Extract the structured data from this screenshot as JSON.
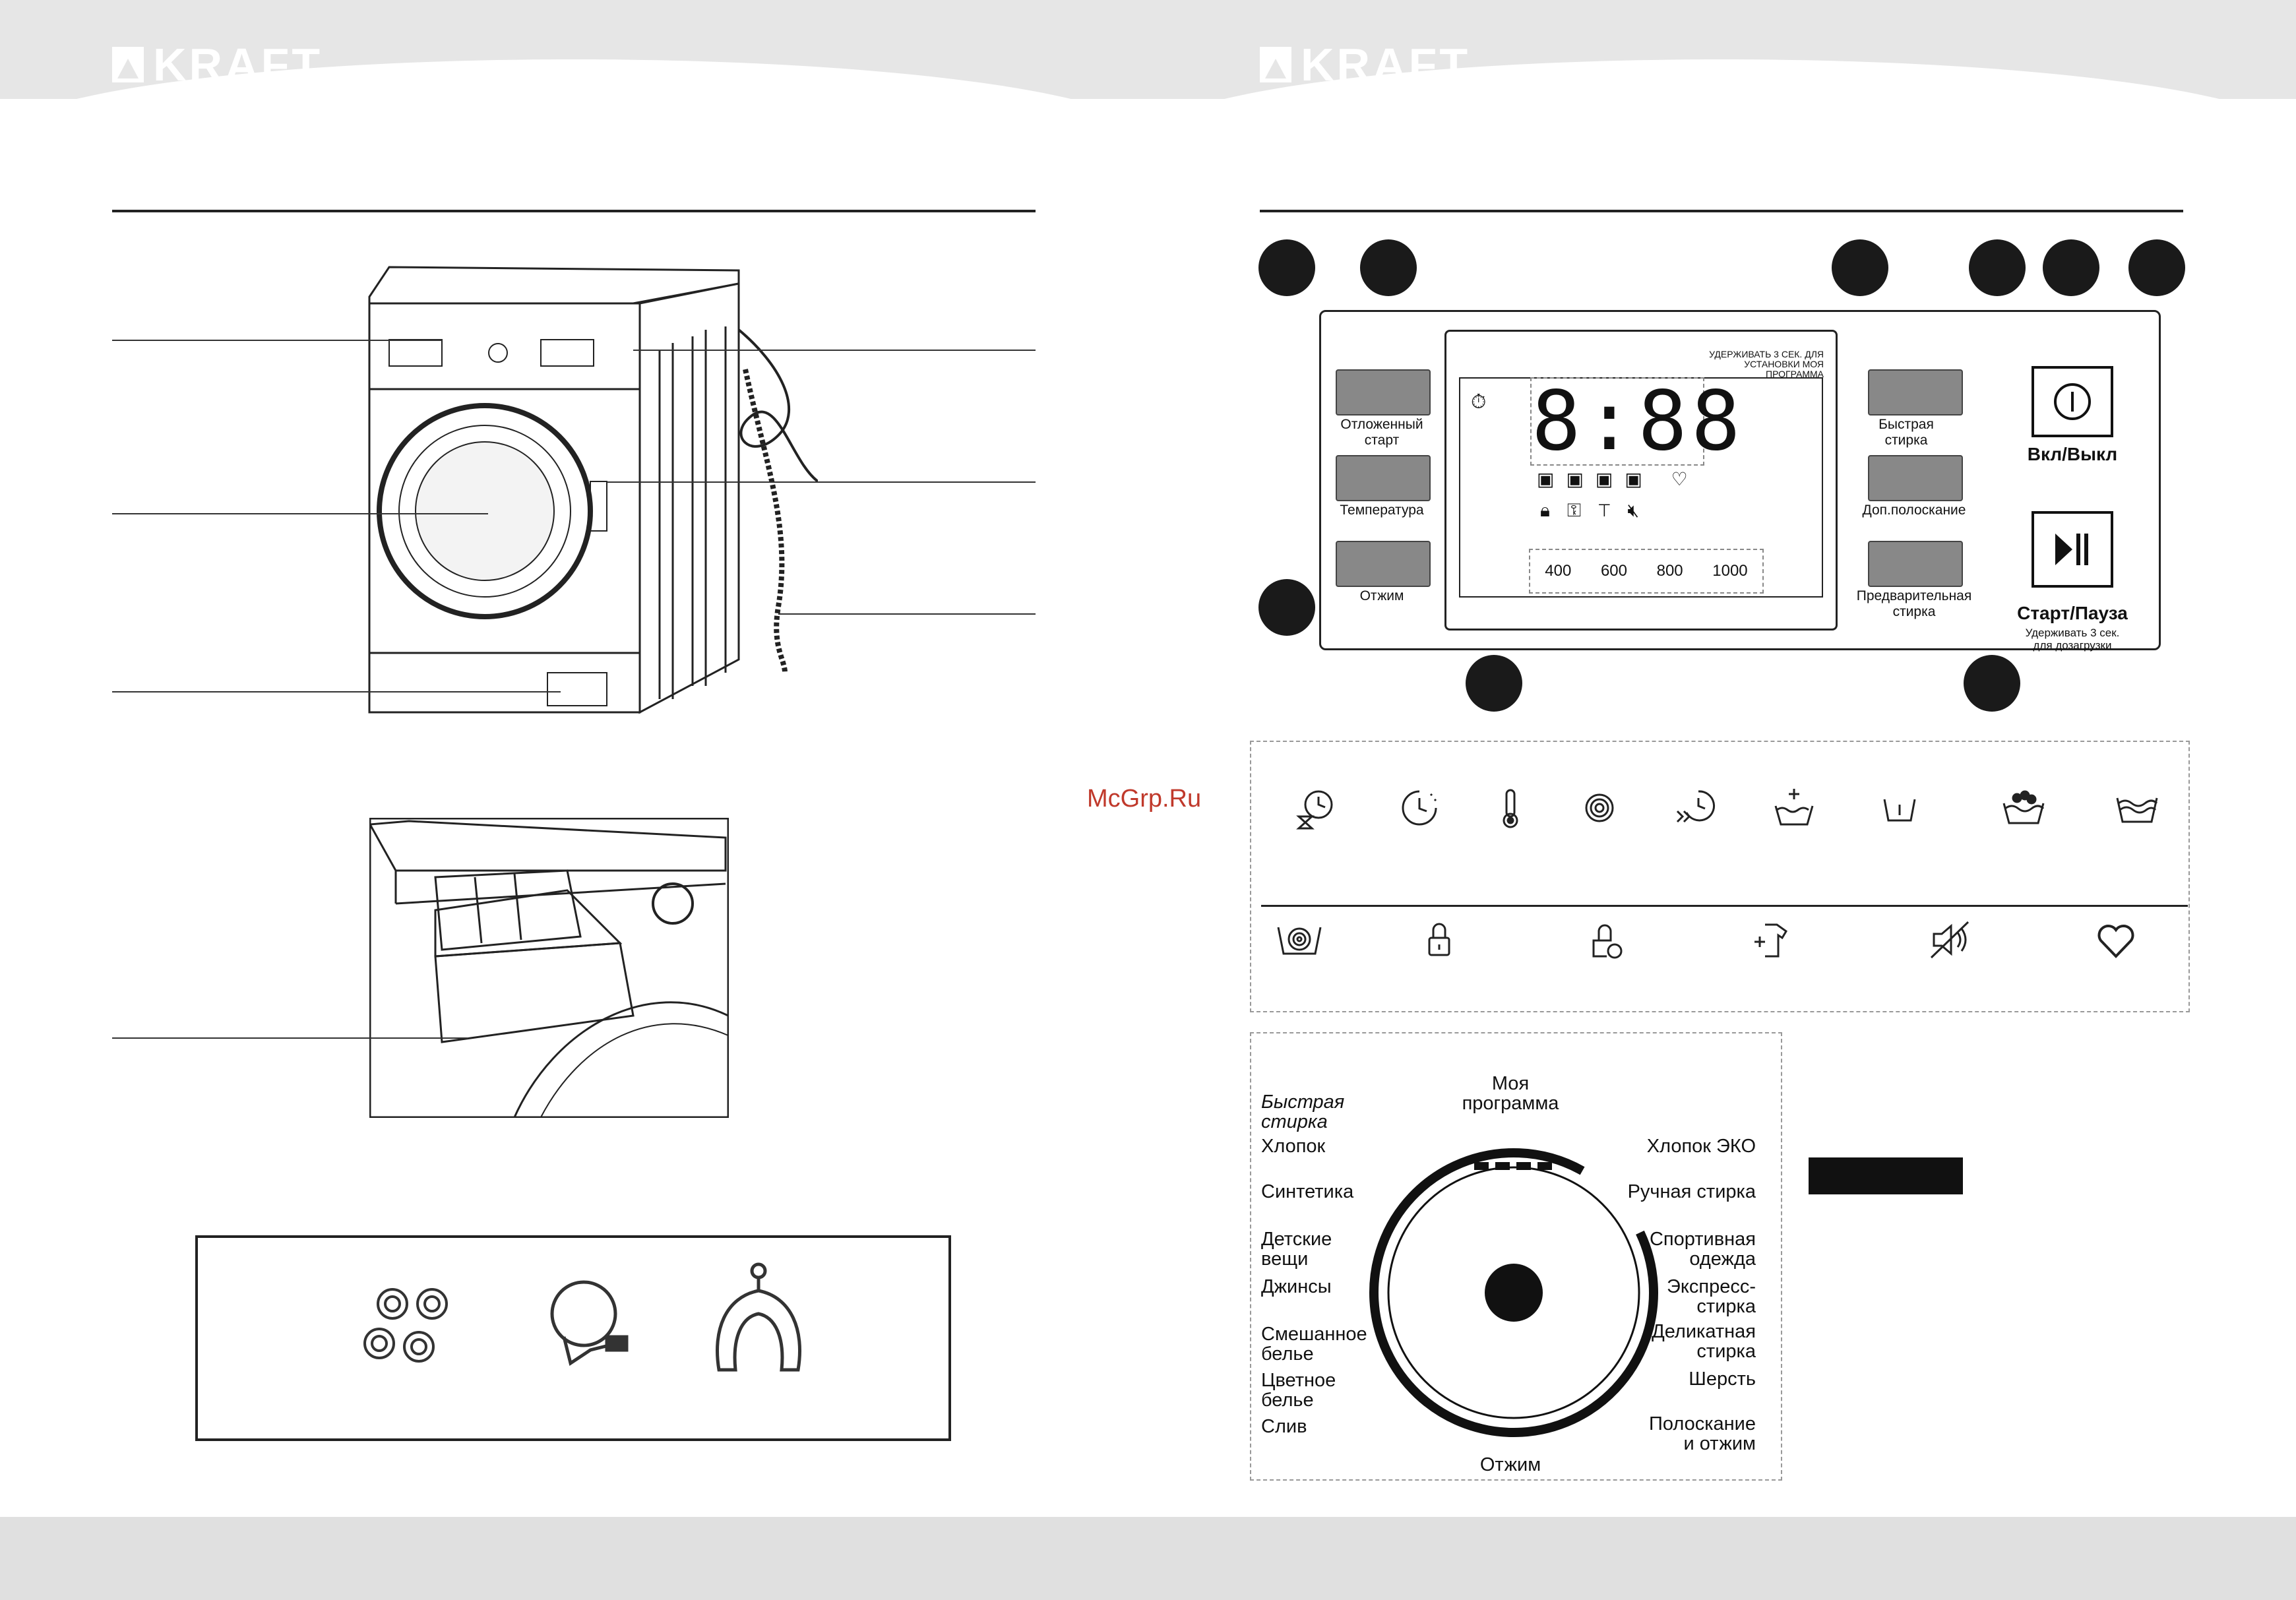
{
  "brand": "KRAFT",
  "watermark": "McGrp.Ru",
  "control_panel": {
    "buttons_left": [
      {
        "label": "Отложенный\nстарт"
      },
      {
        "label": "Температура"
      },
      {
        "label": "Отжим"
      }
    ],
    "buttons_right": [
      {
        "label": "Быстрая\nстирка"
      },
      {
        "label": "Доп.полоскание"
      },
      {
        "label": "Предварительная\nстирка"
      }
    ],
    "display_digits": "8:88",
    "hold_note": "УДЕРЖИВАТЬ 3 СЕК. ДЛЯ\nУСТАНОВКИ  МОЯ ПРОГРАММА",
    "spin_speeds": [
      "400",
      "600",
      "800",
      "1000"
    ],
    "power_label": "Вкл/Выкл",
    "start_label": "Старт/Пауза",
    "start_note": "Удерживать 3 сек.\nдля дозагрузки"
  },
  "icons_row1": [
    "delay-start-icon",
    "timer-icon",
    "temperature-icon",
    "spin-icon",
    "quick-wash-icon",
    "extra-rinse-icon",
    "drain-icon",
    "prewash-icon",
    "main-wash-icon"
  ],
  "icons_row2": [
    "spin-basin-icon",
    "lock-icon",
    "child-lock-icon",
    "add-garment-icon",
    "sound-off-icon",
    "heart-icon"
  ],
  "dial": {
    "top_label": "Моя\nпрограмма",
    "bottom_label": "Отжим",
    "left": [
      "Быстрая\nстирка",
      "Хлопок",
      "Синтетика",
      "Детские\nвещи",
      "Джинсы",
      "Смешанное\nбелье",
      "Цветное\nбелье",
      "Слив"
    ],
    "right": [
      "Хлопок ЭКО",
      "Ручная стирка",
      "Спортивная\nодежда",
      "Экспресс-\nстирка",
      "Деликатная\nстирка",
      "Шерсть",
      "Полоскание\nи отжим"
    ]
  }
}
